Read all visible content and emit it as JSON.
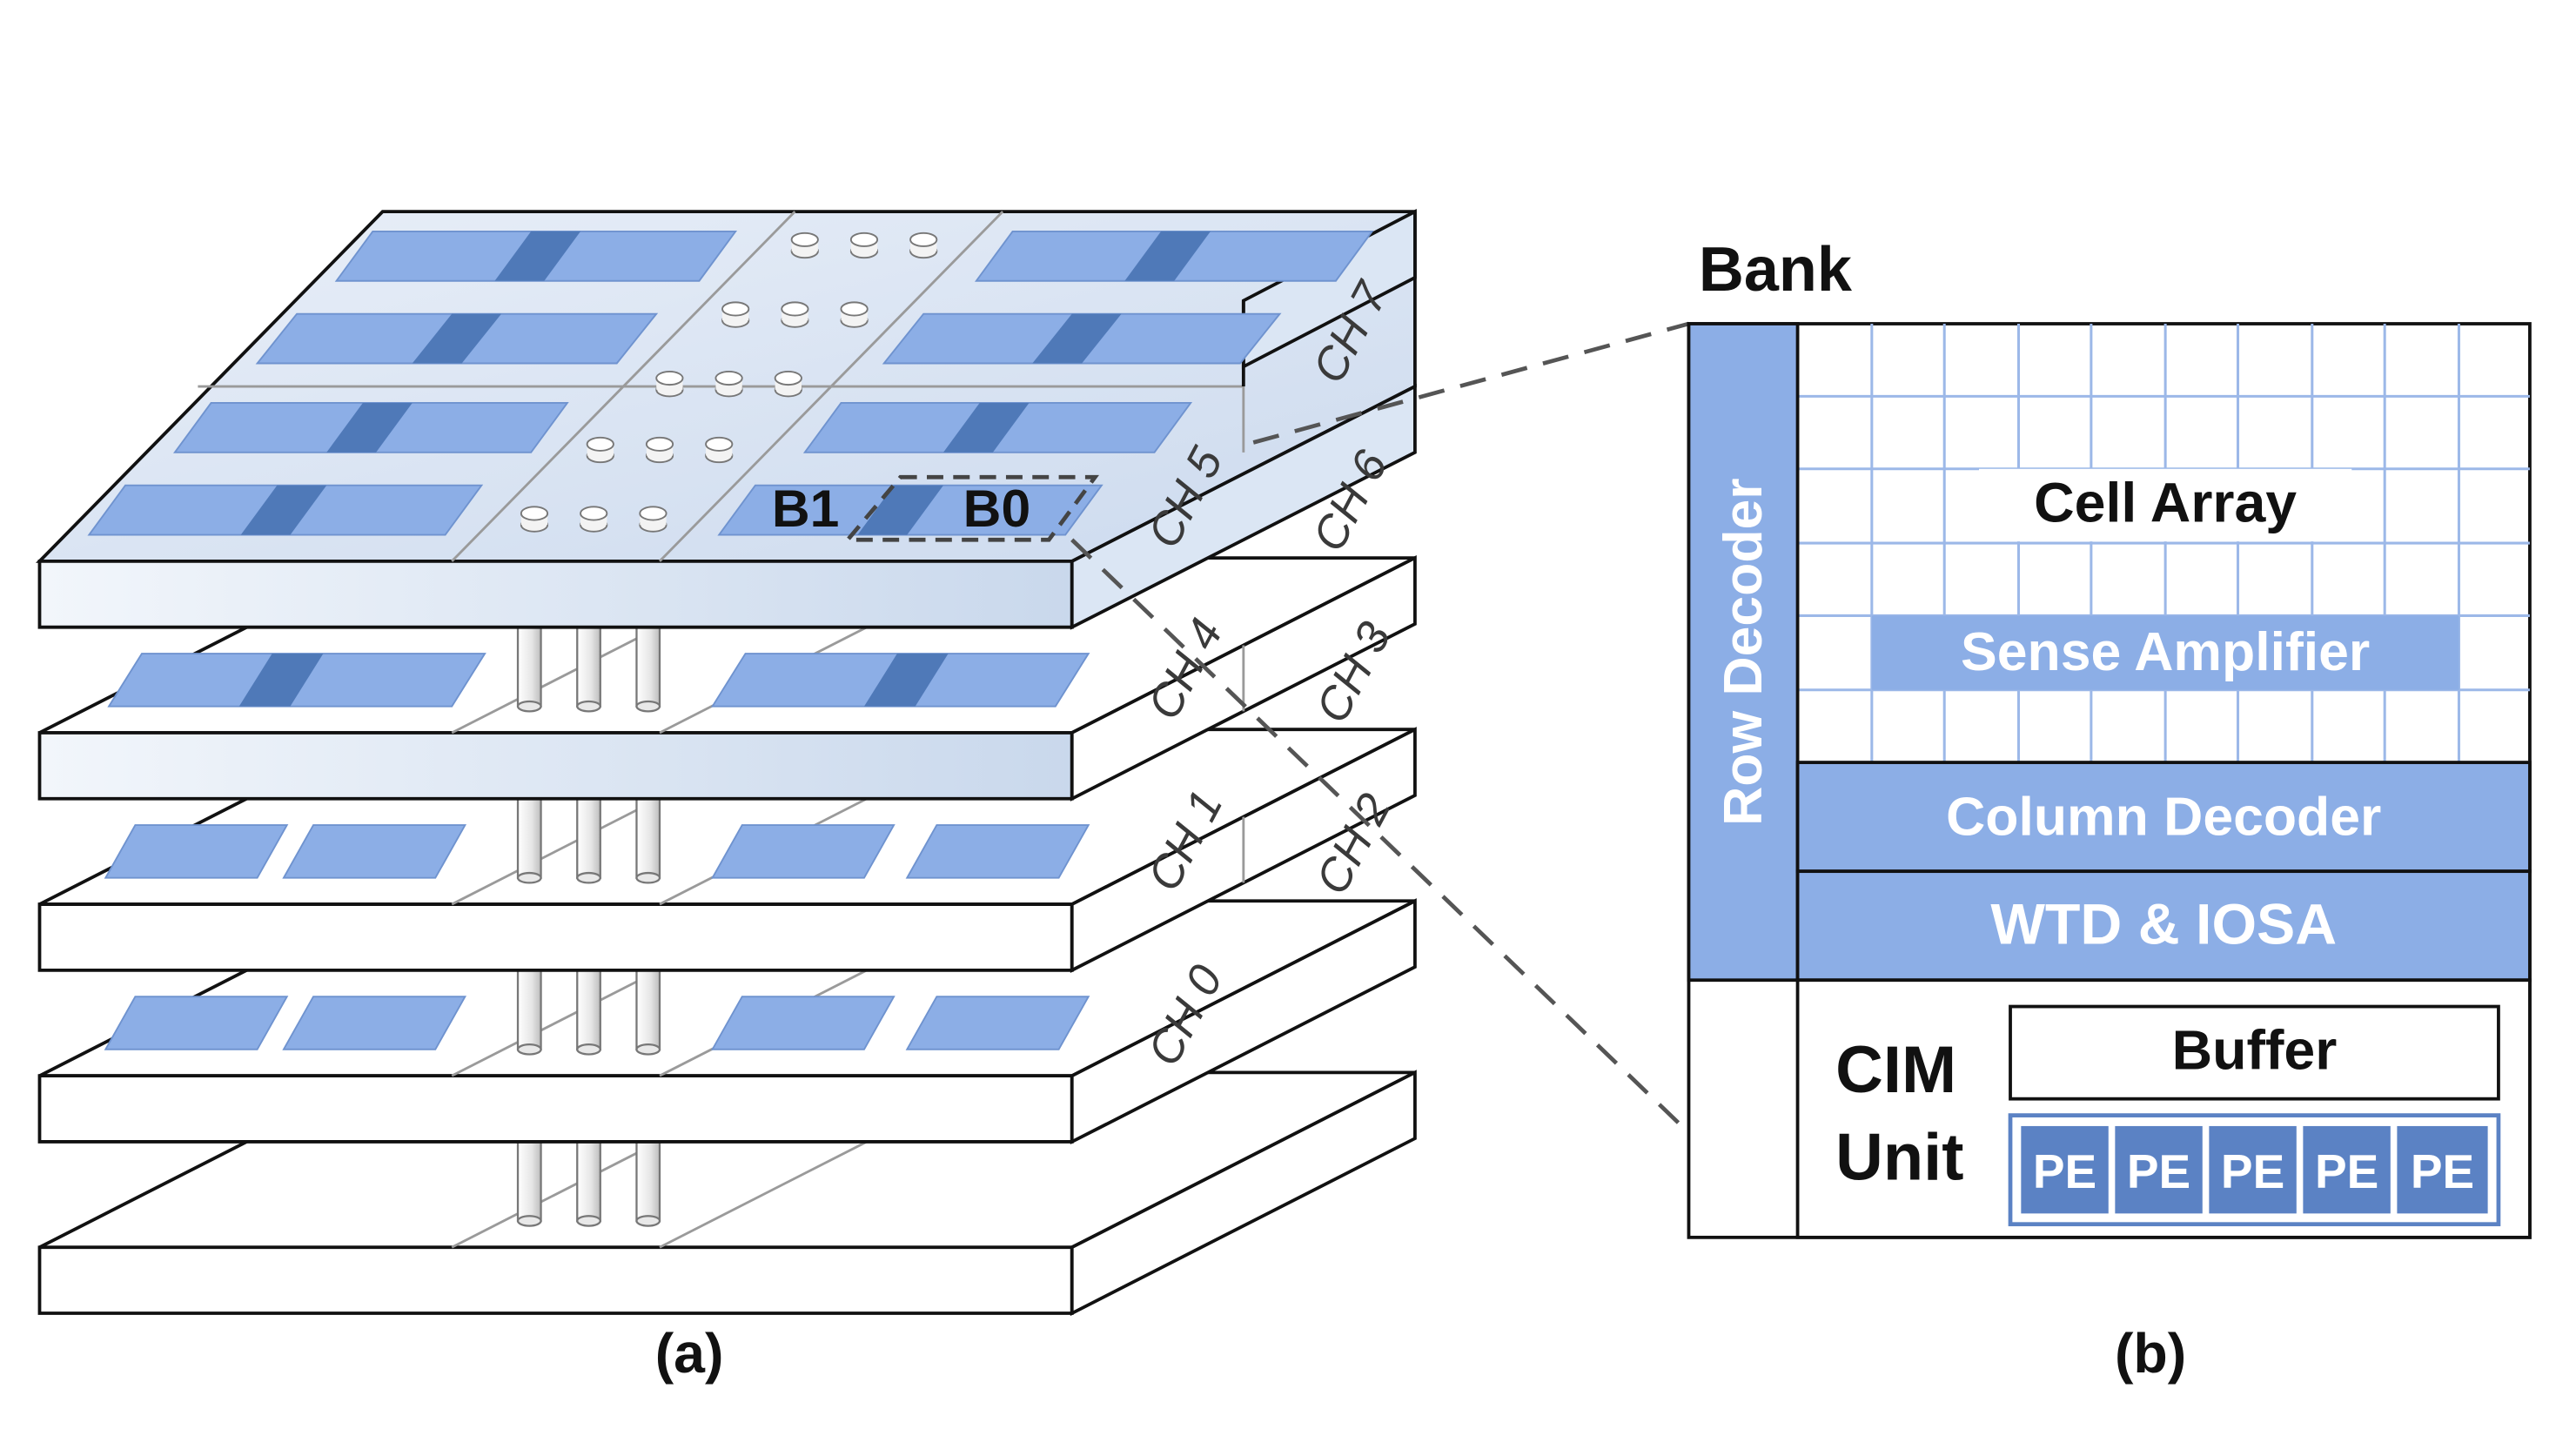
{
  "figure_a": {
    "caption": "(a)",
    "channels": {
      "ch0": "CH 0",
      "ch1": "CH 1",
      "ch2": "CH 2",
      "ch3": "CH 3",
      "ch4": "CH 4",
      "ch5": "CH 5",
      "ch6": "CH 6",
      "ch7": "CH 7"
    },
    "banks": {
      "b1": "B1",
      "b0": "B0"
    }
  },
  "figure_b": {
    "caption": "(b)",
    "title": "Bank",
    "cell_array": "Cell Array",
    "sense_amplifier": "Sense Amplifier",
    "row_decoder": "Row Decoder",
    "column_decoder": "Column Decoder",
    "wtd_iosa": "WTD & IOSA",
    "cim_unit_line1": "CIM",
    "cim_unit_line2": "Unit",
    "buffer": "Buffer",
    "pe_labels": [
      "PE",
      "PE",
      "PE",
      "PE",
      "PE"
    ]
  },
  "colors": {
    "bank_blue": "#8caee6",
    "bank_dark": "#4f79b8",
    "pe_blue": "#5b82c4",
    "grid_line": "#9cb8e8",
    "top_layer_fill": "#dce6f3",
    "outline": "#111111"
  }
}
